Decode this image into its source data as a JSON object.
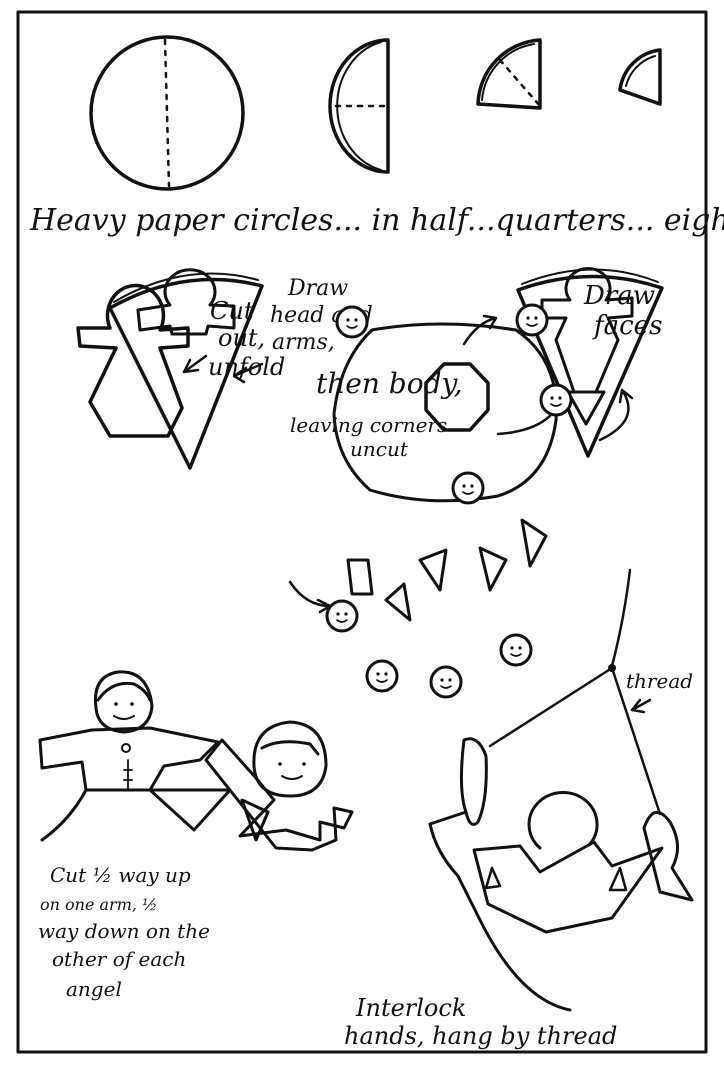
{
  "step1": {
    "label": "Heavy paper circles... in half...quarters... eighths"
  },
  "step2": {
    "label_lines": [
      "Draw",
      "head and",
      "arms,"
    ],
    "label_then": "then body,",
    "label_leave": [
      "leaving corners",
      "uncut"
    ]
  },
  "step3": {
    "label_lines": [
      "Cut",
      "out,",
      "unfold"
    ],
    "faces_label": [
      "Draw",
      "faces"
    ]
  },
  "step4": {
    "thread_label": "thread",
    "cut_label": [
      "Cut ½ way up",
      "on one arm, ½",
      "way down on the",
      "other of each",
      "angel"
    ],
    "hang_label": [
      "Interlock",
      "hands, hang by thread"
    ]
  }
}
